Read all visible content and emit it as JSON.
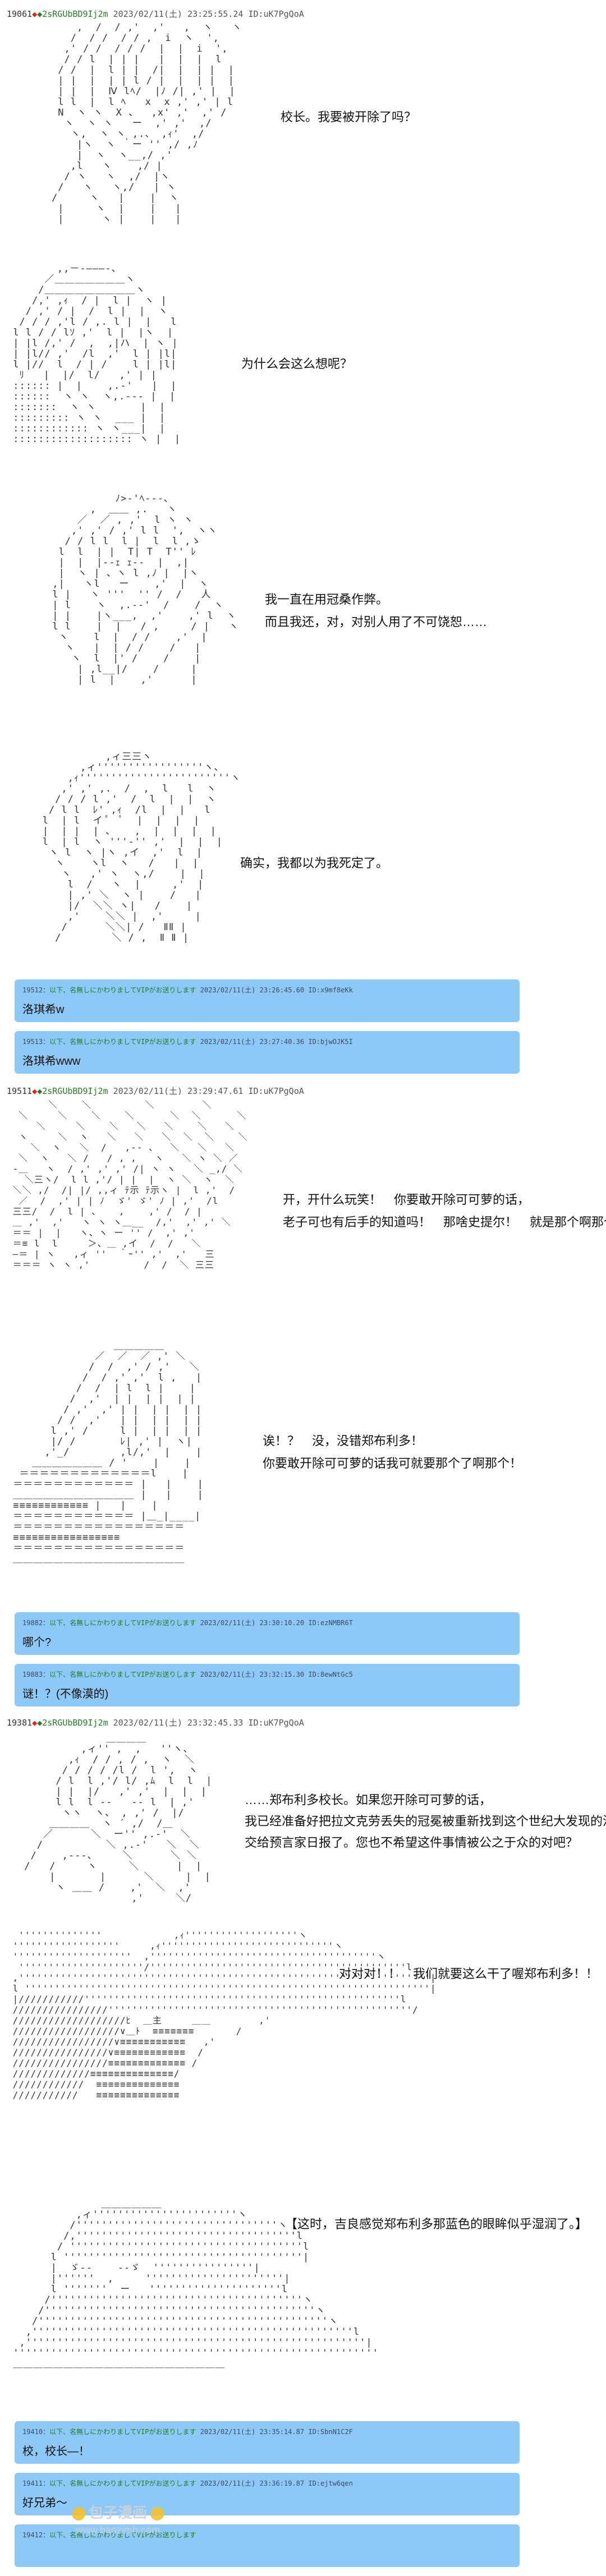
{
  "posts": [
    {
      "header": {
        "num": "19061",
        "name": "◆2sRGUbBD9Ij2m",
        "date": "2023/02/11(土) 23:25:55.24",
        "id": "ID:uK7PgQoA"
      }
    },
    {
      "header": {
        "num": "19511",
        "name": "◆2sRGUbBD9Ij2m",
        "date": "2023/02/11(土) 23:29:47.61",
        "id": "ID:uK7PgQoA"
      }
    },
    {
      "header": {
        "num": "19381",
        "name": "◆2sRGUbBD9Ij2m",
        "date": "2023/02/11(土) 23:32:45.33",
        "id": "ID:uK7PgQoA"
      }
    }
  ],
  "dialogue": {
    "p1": "校长。我要被开除了吗？",
    "p2": "为什么会这么想呢？",
    "p3_l1": "我一直在用冠桑作弊。",
    "p3_l2": "而且我还，对，对别人用了不可饶恕……",
    "p4": "确实，我都以为我死定了。",
    "p5_l1": "开，开什么玩笑！　你要敢开除可可萝的话，",
    "p5_l2": "老子可也有后手的知道吗！　那啥史提尔！　就是那个啊那个！",
    "p6_l1": "诶！？　没，没错郑布利多！",
    "p6_l2": "你要敢开除可可萝的话我可就要那个了啊那个！",
    "p7_l1": "……郑布利多校长。如果您开除可可萝的话，",
    "p7_l2": "我已经准备好把拉文克劳丢失的冠冕被重新找到这个世纪大发现的消息",
    "p7_l3": "交给预言家日报了。您也不希望这件事情被公之于众的对吧？",
    "p8": "对对对！！　我们就要这么干了喔郑布利多！！",
    "p9": "【这时，吉良感觉郑布利多那蓝色的眼眸似乎湿润了。】"
  },
  "replies": [
    {
      "meta_num": "19512",
      "meta_name": "以下、名無しにかわりましてVIPがお送りします",
      "meta_date": "2023/02/11(土) 23:26:45.60",
      "meta_id": "ID:x9mf8eKk",
      "text": "洛琪希w"
    },
    {
      "meta_num": "19513",
      "meta_name": "以下、名無しにかわりましてVIPがお送りします",
      "meta_date": "2023/02/11(土) 23:27:40.36",
      "meta_id": "ID:bjwOJK5I",
      "text": "洛琪希www"
    },
    {
      "meta_num": "19882",
      "meta_name": "以下、名無しにかわりましてVIPがお送りします",
      "meta_date": "2023/02/11(土) 23:30:10.20",
      "meta_id": "ID:ezNMBR6T",
      "text": "哪个?"
    },
    {
      "meta_num": "19883",
      "meta_name": "以下、名無しにかわりましてVIPがお送りします",
      "meta_date": "2023/02/11(土) 23:32:15.30",
      "meta_id": "ID:8ewNtGc5",
      "text": "谜！？(不像漠的)"
    },
    {
      "meta_num": "19410",
      "meta_name": "以下、名無しにかわりましてVIPがお送りします",
      "meta_date": "2023/02/11(土) 23:35:14.87",
      "meta_id": "ID:SbnN1C2F",
      "text": "校，校长—！"
    },
    {
      "meta_num": "19411",
      "meta_name": "以下、名無しにかわりましてVIPがお送りします",
      "meta_date": "2023/02/11(土) 23:36:19.87",
      "meta_id": "ID:ejtw6qen",
      "text": "好兄弟～"
    },
    {
      "meta_num": "19412",
      "meta_name": "以下、名無しにかわりましてVIPがお送りします",
      "meta_date": "",
      "meta_id": "",
      "text": ""
    }
  ],
  "watermark": {
    "title": "包子漫画",
    "url": "www.baozimh.com"
  },
  "colors": {
    "reply_bg": "#8ec8f6",
    "diamond": "#e0241e",
    "name": "#2a7a2a"
  }
}
